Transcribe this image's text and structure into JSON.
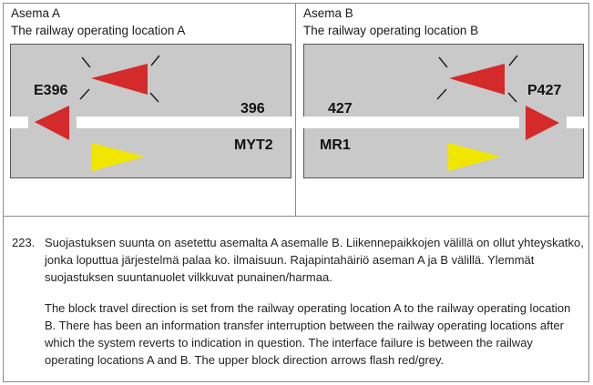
{
  "station_a": {
    "heading": "Asema A",
    "subheading": "The railway operating location A",
    "signal_label": "E396",
    "track_number": "396",
    "track_id": "MYT2"
  },
  "station_b": {
    "heading": "Asema B",
    "subheading": "The railway operating location B",
    "signal_label": "P427",
    "track_number": "427",
    "track_id": "MR1"
  },
  "colors": {
    "panel": "#c9c9c9",
    "arrow_red": "#d42a2a",
    "arrow_yellow": "#f0e600",
    "track": "#ffffff"
  },
  "description": {
    "number": "223.",
    "finnish": "Suojastuksen suunta on asetettu asemalta A asemalle B. Liikennepaikkojen välillä on ollut yhteyskatko, jonka loputtua järjestelmä palaa ko. ilmaisuun. Rajapintahäiriö aseman A ja B välillä. Ylemmät suojastuksen suuntanuolet vilkkuvat punainen/harmaa.",
    "english": "The block travel direction is set from the railway operating location A to the railway operating location B. There has been an information transfer interruption between the railway operating locations after which the system reverts to indication in question. The interface failure is between the railway operating locations A and B. The upper block direction arrows flash red/grey."
  }
}
